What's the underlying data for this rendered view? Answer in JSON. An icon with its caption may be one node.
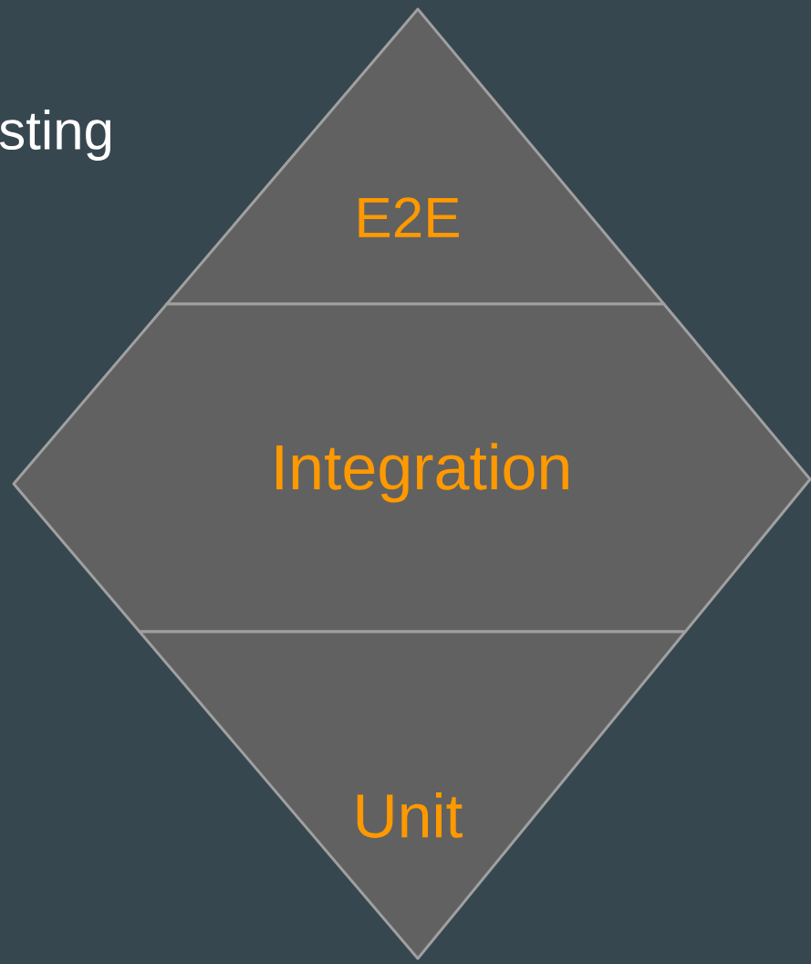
{
  "diagram": {
    "nodes": [
      {
        "text": [
          "E2E"
        ]
      },
      {
        "text": [
          "Integration"
        ]
      },
      {
        "text": [
          "Unit"
        ]
      }
    ],
    "labels": [
      "sting"
    ]
  }
}
